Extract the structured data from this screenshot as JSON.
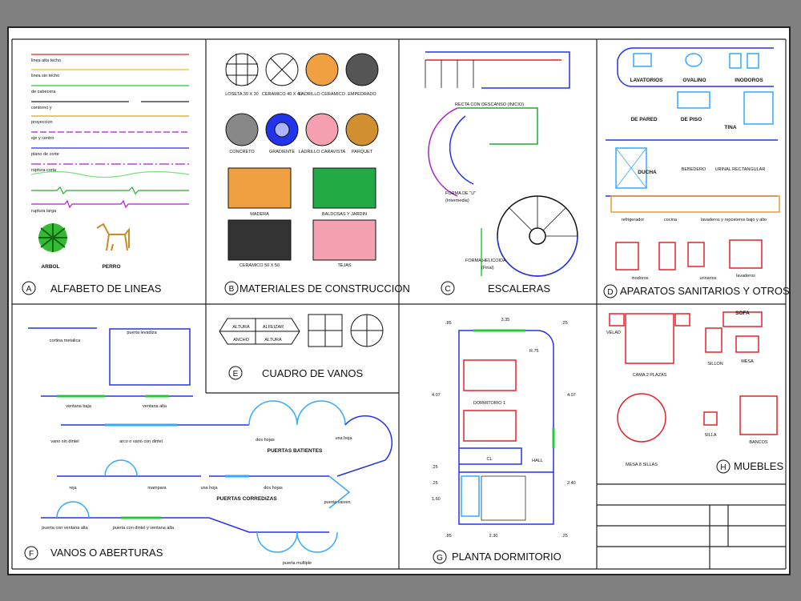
{
  "panels": {
    "A": {
      "letter": "A",
      "title": "ALFABETO DE LINEAS",
      "lines": [
        "linea alta techo",
        "linea sin techo",
        "de cabecera",
        "contorno y",
        "proyeccion",
        "eje y centro",
        "plano de corte",
        "ruptura corta",
        "",
        "ruptura larga"
      ],
      "items": [
        "ARBOL",
        "PERRO"
      ]
    },
    "B": {
      "letter": "B",
      "title": "MATERIALES DE CONSTRUCCION",
      "items": [
        "LOSETA 30 X 30",
        "CERAMICO 40 X 40",
        "LADRILLO CERAMICO",
        "EMPEDRADO",
        "CONCRETO",
        "GRADIENTE",
        "LADRILLO CARAVISTA",
        "PARQUET",
        "MADERA",
        "BALDOSAS Y JARDIN",
        "CERAMICO 50 X 50",
        "TEJAS"
      ]
    },
    "C": {
      "letter": "C",
      "title": "ESCALERAS",
      "items": [
        "RECTA CON DESCANSO (INICIO)",
        "FORMA DE \"U\"",
        "(Intermedia)",
        "FORMA HELICOIDA",
        "(Final)"
      ]
    },
    "D": {
      "letter": "D",
      "title": "APARATOS SANITARIOS Y OTROS",
      "items": [
        "LAVATORIOS",
        "OVALINO",
        "INODOROS",
        "DE PARED",
        "DE PISO",
        "TINA",
        "DUCHA",
        "BEBEDERO",
        "URINAL RECTANGULAR",
        "refrigerador",
        "cocina",
        "lavaderos y reposteros bajo y alto",
        "inodoros",
        "urinarios",
        "lavaderos"
      ]
    },
    "E": {
      "letter": "E",
      "title": "CUADRO DE VANOS",
      "cells": [
        "ALTURA",
        "ALFEIZAR",
        "ANCHO",
        "ALTURA"
      ]
    },
    "F": {
      "letter": "F",
      "title": "VANOS O ABERTURAS",
      "items": [
        "cortina metalica",
        "puerta levadiza",
        "ventana baja",
        "ventana alta",
        "vano sin dintel",
        "arco o vano con dintel",
        "dos hojas",
        "una hoja",
        "PUERTAS BATIENTES",
        "reja",
        "mampara",
        "una hoja",
        "dos hojas",
        "PUERTAS CORREDIZAS",
        "puerta vaiven",
        "puerta con ventana alta",
        "puerta con dintel y ventana alta",
        "puerta multiple"
      ]
    },
    "G": {
      "letter": "G",
      "title": "PLANTA DORMITORIO",
      "dims": [
        ".85",
        "3.35",
        ".25",
        "4.07",
        "4.07",
        ".25",
        ".25",
        "1.60",
        "2.40",
        ".85",
        "2.30",
        ".25",
        "R.75"
      ],
      "items": [
        "DORMITORIO 1",
        "CL",
        "HALL"
      ]
    },
    "H": {
      "letter": "H",
      "title": "MUEBLES",
      "items": [
        "VELAD",
        "CAMA 2 PLAZAS",
        "SOFA",
        "SILLON",
        "MESA",
        "MESA 8 SILLAS",
        "SILLA",
        "BANCOS"
      ]
    }
  },
  "colors": {
    "frame": "#222222",
    "red": "#e8202a",
    "blue": "#2233ee",
    "cyan": "#33aaff",
    "green": "#22cc33",
    "orange": "#e89a3a"
  }
}
